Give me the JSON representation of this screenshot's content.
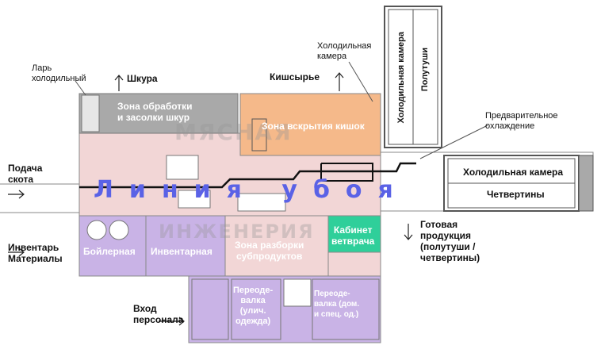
{
  "labels": {
    "lar": "Ларь\nхолодильный",
    "shkura": "Шкура",
    "kishsyre": "Кишсырье",
    "holod_kamera_top": "Холодильная\nкамера",
    "predvar": "Предварительное\nохлаждение",
    "podacha": "Подача\nскота",
    "inventar_mat": "Инвентарь\nМатериалы",
    "vhod": "Вход\nперсонала",
    "gotovaya": "Готовая\nпродукция\n(полутуши /\nчетвертины)"
  },
  "rooms": {
    "zona_obrabotki": "Зона обработки\nи засолки шкур",
    "zona_vskrytiya": "Зона вскрытия кишок",
    "liniya_uboya": "Линия убоя",
    "boylernaya": "Бойлерная",
    "inventarnaya": "Инвентарная",
    "zona_razborki": "Зона разборки\nсубпродуктов",
    "kabinet": "Кабинет\nветврача",
    "pereodevalka1": "Переоде-\nвалка\n(улич.\nодежда)",
    "pereodevalka2": "Переоде-\nвалка (дом.\nи спец. од.)"
  },
  "cold_rooms": {
    "vertical_1": "Холодильная камера",
    "vertical_2": "Полутуши",
    "horizontal_1": "Холодильная камера",
    "horizontal_2": "Четвертины"
  },
  "watermark": {
    "top": "МЯСНАЯ",
    "bottom": "ИНЖЕНЕРИЯ"
  },
  "colors": {
    "gray_zone": "#a9a9a9",
    "orange_zone": "#f5b98a",
    "pink_zone": "#f2d6d6",
    "purple_zone": "#c9b3e6",
    "teal_zone": "#2fcf9a",
    "line_text": "#5a62e6"
  }
}
